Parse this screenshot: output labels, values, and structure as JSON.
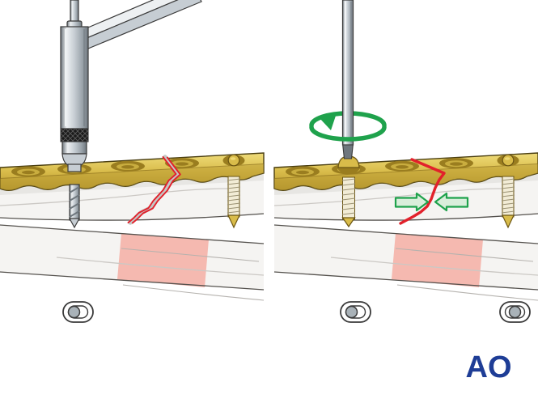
{
  "logo": {
    "text": "AO"
  },
  "icons": {
    "rotation-arrow-icon": "elliptical-rotation-arrow",
    "compression-arrow-left-icon": "block-arrow-right",
    "compression-arrow-right-icon": "block-arrow-left",
    "hole-position-eccentric-icon": "oval-slot-circle-left",
    "hole-position-centered-icon": "oval-slot-circle-center"
  },
  "colors": {
    "bg": "#FFFFFF",
    "outline": "#3A3A3A",
    "bone_fill": "#F5F4F2",
    "bone_shadow": "#DEDCD8",
    "bone_line": "#55524E",
    "bone_contour": "#CBC8C4",
    "bone_contour2": "#B5B2AE",
    "pink_band": "#F5B2A8",
    "plate_light": "#EFDC7A",
    "plate_mid": "#D9BC4A",
    "plate_dark": "#B6972F",
    "plate_edge": "#4A3E10",
    "plate_ridge": "#8A6E1B",
    "hole_dark": "#9A7D1F",
    "hole_inner": "#C9AD3F",
    "screw_gold": "#D9BC4A",
    "screw_gold_dark": "#6B5513",
    "screw_cream": "#F2ECD6",
    "screw_thread": "#9A9173",
    "metal_hilite": "#F5F7F8",
    "metal_light": "#EDF0F2",
    "metal_mid": "#C6CDD3",
    "metal_dark": "#6F777E",
    "knurl_dark": "#1B1B1B",
    "knurl_light": "#5F5F5F",
    "fracture_red": "#E2212B",
    "fracture_gap": "#C4C8C6",
    "arrow_green": "#1FA24C",
    "arrow_green_fill": "#D9EEDB",
    "icon_gray": "#A9B2B8",
    "ao_blue": "#1E3D96"
  }
}
